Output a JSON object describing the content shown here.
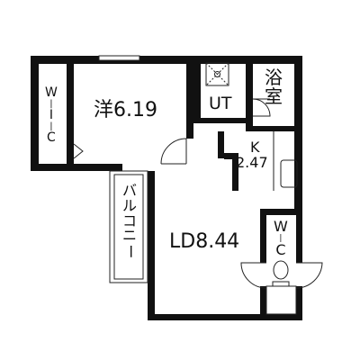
{
  "floor_plan": {
    "rooms": {
      "western_room": {
        "label": "洋6.19"
      },
      "wic": {
        "label_chars": [
          "W",
          "I",
          "C"
        ]
      },
      "ut": {
        "label": "UT"
      },
      "bath": {
        "label_chars": [
          "浴",
          "室"
        ]
      },
      "kitchen": {
        "label_top": "K",
        "label_size": "2.47"
      },
      "balcony": {
        "label_chars": [
          "バ",
          "ル",
          "コ",
          "ニ",
          "ー"
        ]
      },
      "ld": {
        "label": "LD8.44"
      },
      "wc": {
        "label_chars": [
          "W",
          "C"
        ]
      }
    },
    "colors": {
      "wall": "#111111",
      "line": "#222222",
      "background": "#ffffff"
    }
  }
}
